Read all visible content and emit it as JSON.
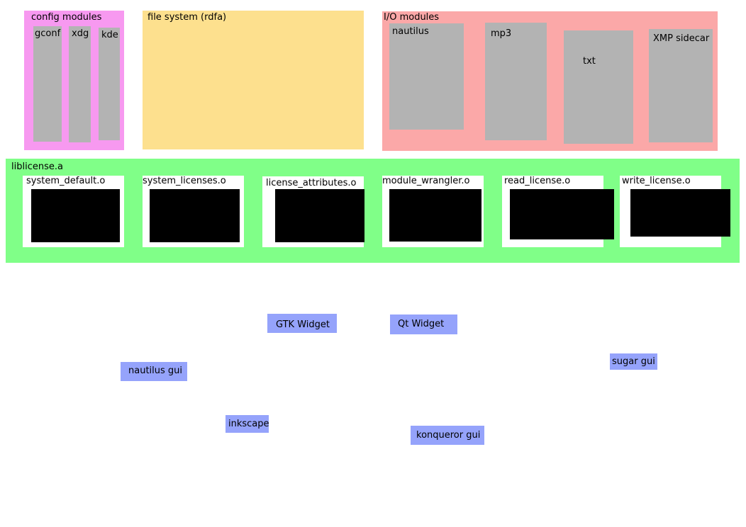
{
  "config_modules": {
    "title": "config modules",
    "items": [
      "gconf",
      "xdg",
      "kde"
    ]
  },
  "file_system": {
    "title": "file system (rdfa)"
  },
  "io_modules": {
    "title": "I/O modules",
    "items": [
      "nautilus",
      "mp3",
      "txt",
      "XMP sidecar"
    ]
  },
  "liblicense": {
    "title": "liblicense.a",
    "objects": [
      "system_default.o",
      "system_licenses.o",
      "license_attributes.o",
      "module_wrangler.o",
      "read_license.o",
      "write_license.o"
    ]
  },
  "apps": {
    "gtk_widget": "GTK Widget",
    "qt_widget": "Qt Widget",
    "nautilus_gui": "nautilus gui",
    "sugar_gui": "sugar gui",
    "inkscape": "inkscape",
    "konqueror_gui": "konqueror gui"
  },
  "colors": {
    "config_modules": "#f799f0",
    "file_system": "#fde08e",
    "io_modules": "#fba8a8",
    "module": "#b3b3b3",
    "liblicense": "#80ff88",
    "object_file": "#ffffff",
    "object_content": "#000000",
    "app": "#95a3fb"
  }
}
